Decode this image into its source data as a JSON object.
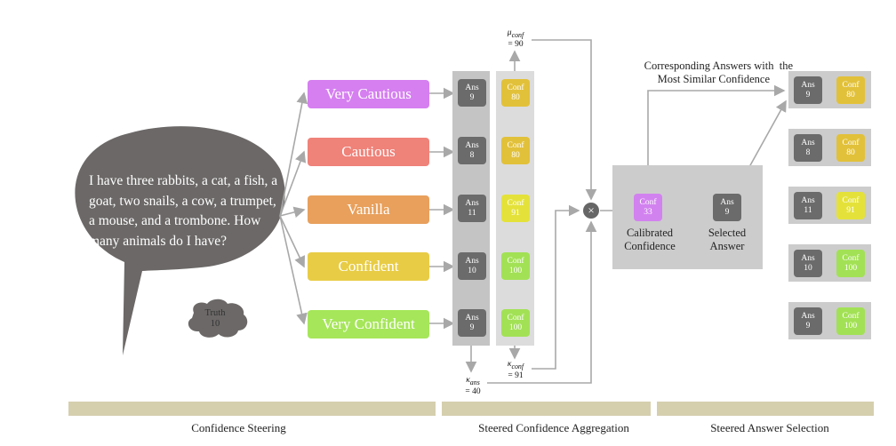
{
  "question": "I have three rabbits, a cat, a fish, a goat, two snails, a cow, a trumpet, a mouse, and a trombone. How many animals do I have?",
  "truth": {
    "label": "Truth",
    "value": "10"
  },
  "styles": [
    {
      "label": "Very Cautious",
      "color": "#d57ff0"
    },
    {
      "label": "Cautious",
      "color": "#ef8279"
    },
    {
      "label": "Vanilla",
      "color": "#e8a05c"
    },
    {
      "label": "Confident",
      "color": "#e8cc45"
    },
    {
      "label": "Very Confident",
      "color": "#a6e65a"
    }
  ],
  "answers": [
    {
      "ans_label": "Ans",
      "ans": "9",
      "conf_label": "Conf",
      "conf": "80"
    },
    {
      "ans_label": "Ans",
      "ans": "8",
      "conf_label": "Conf",
      "conf": "80"
    },
    {
      "ans_label": "Ans",
      "ans": "11",
      "conf_label": "Conf",
      "conf": "91"
    },
    {
      "ans_label": "Ans",
      "ans": "10",
      "conf_label": "Conf",
      "conf": "100"
    },
    {
      "ans_label": "Ans",
      "ans": "9",
      "conf_label": "Conf",
      "conf": "100"
    }
  ],
  "mu_conf": {
    "symbol": "μ",
    "sub": "conf",
    "value": "= 90"
  },
  "kappa_ans": {
    "symbol": "κ",
    "sub": "ans",
    "value": "= 40"
  },
  "kappa_conf": {
    "symbol": "κ",
    "sub": "conf",
    "value": "= 91"
  },
  "operator": "×",
  "calibrated": {
    "chip_label": "Conf",
    "chip_value": "33",
    "caption_line1": "Calibrated",
    "caption_line2": "Confidence"
  },
  "selected": {
    "chip_label": "Ans",
    "chip_value": "9",
    "caption_line1": "Selected",
    "caption_line2": "Answer"
  },
  "corresponding_caption_line1": "Corresponding Answers with  the",
  "corresponding_caption_line2": "Most Similar Confidence",
  "sections": [
    "Confidence Steering",
    "Steered Confidence Aggregation",
    "Steered Answer Selection"
  ]
}
